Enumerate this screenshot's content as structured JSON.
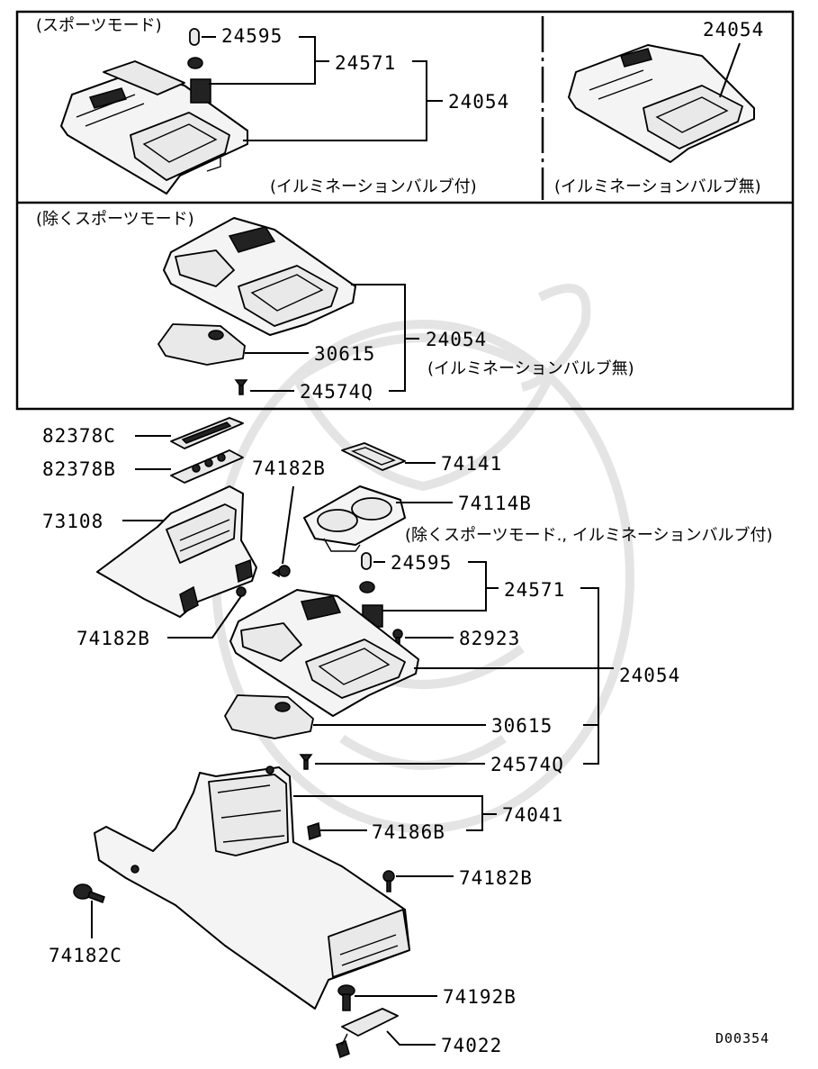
{
  "diagram_code": "D00354",
  "sections": {
    "top_left": {
      "title": "(スポーツモード)",
      "note": "(イルミネーションバルブ付)",
      "parts": [
        "24595",
        "24571",
        "24054"
      ]
    },
    "top_right": {
      "parts": [
        "24054"
      ],
      "note": "(イルミネーションバルブ無)"
    },
    "middle": {
      "title": "(除くスポーツモード)",
      "parts": [
        "24054",
        "30615",
        "24574Q"
      ],
      "note": "(イルミネーションバルブ無)"
    },
    "main": {
      "note": "(除くスポーツモード., イルミネーションバルブ付)",
      "parts": [
        "82378C",
        "82378B",
        "74182B",
        "73108",
        "74141",
        "74114B",
        "24595",
        "24571",
        "74182B",
        "82923",
        "24054",
        "30615",
        "24574Q",
        "74041",
        "74186B",
        "74182B",
        "74182C",
        "74192B",
        "74022"
      ]
    }
  }
}
